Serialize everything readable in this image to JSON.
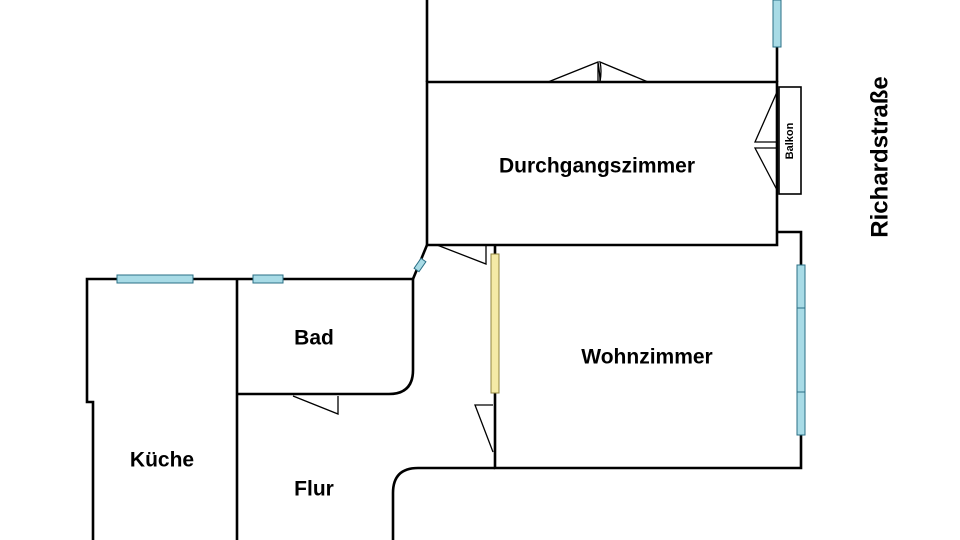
{
  "rooms": {
    "durchgang": "Durchgangszimmer",
    "wohnzimmer": "Wohnzimmer",
    "bad": "Bad",
    "kueche": "Küche",
    "flur": "Flur"
  },
  "balcony": "Balkon",
  "street": "Richardstraße"
}
